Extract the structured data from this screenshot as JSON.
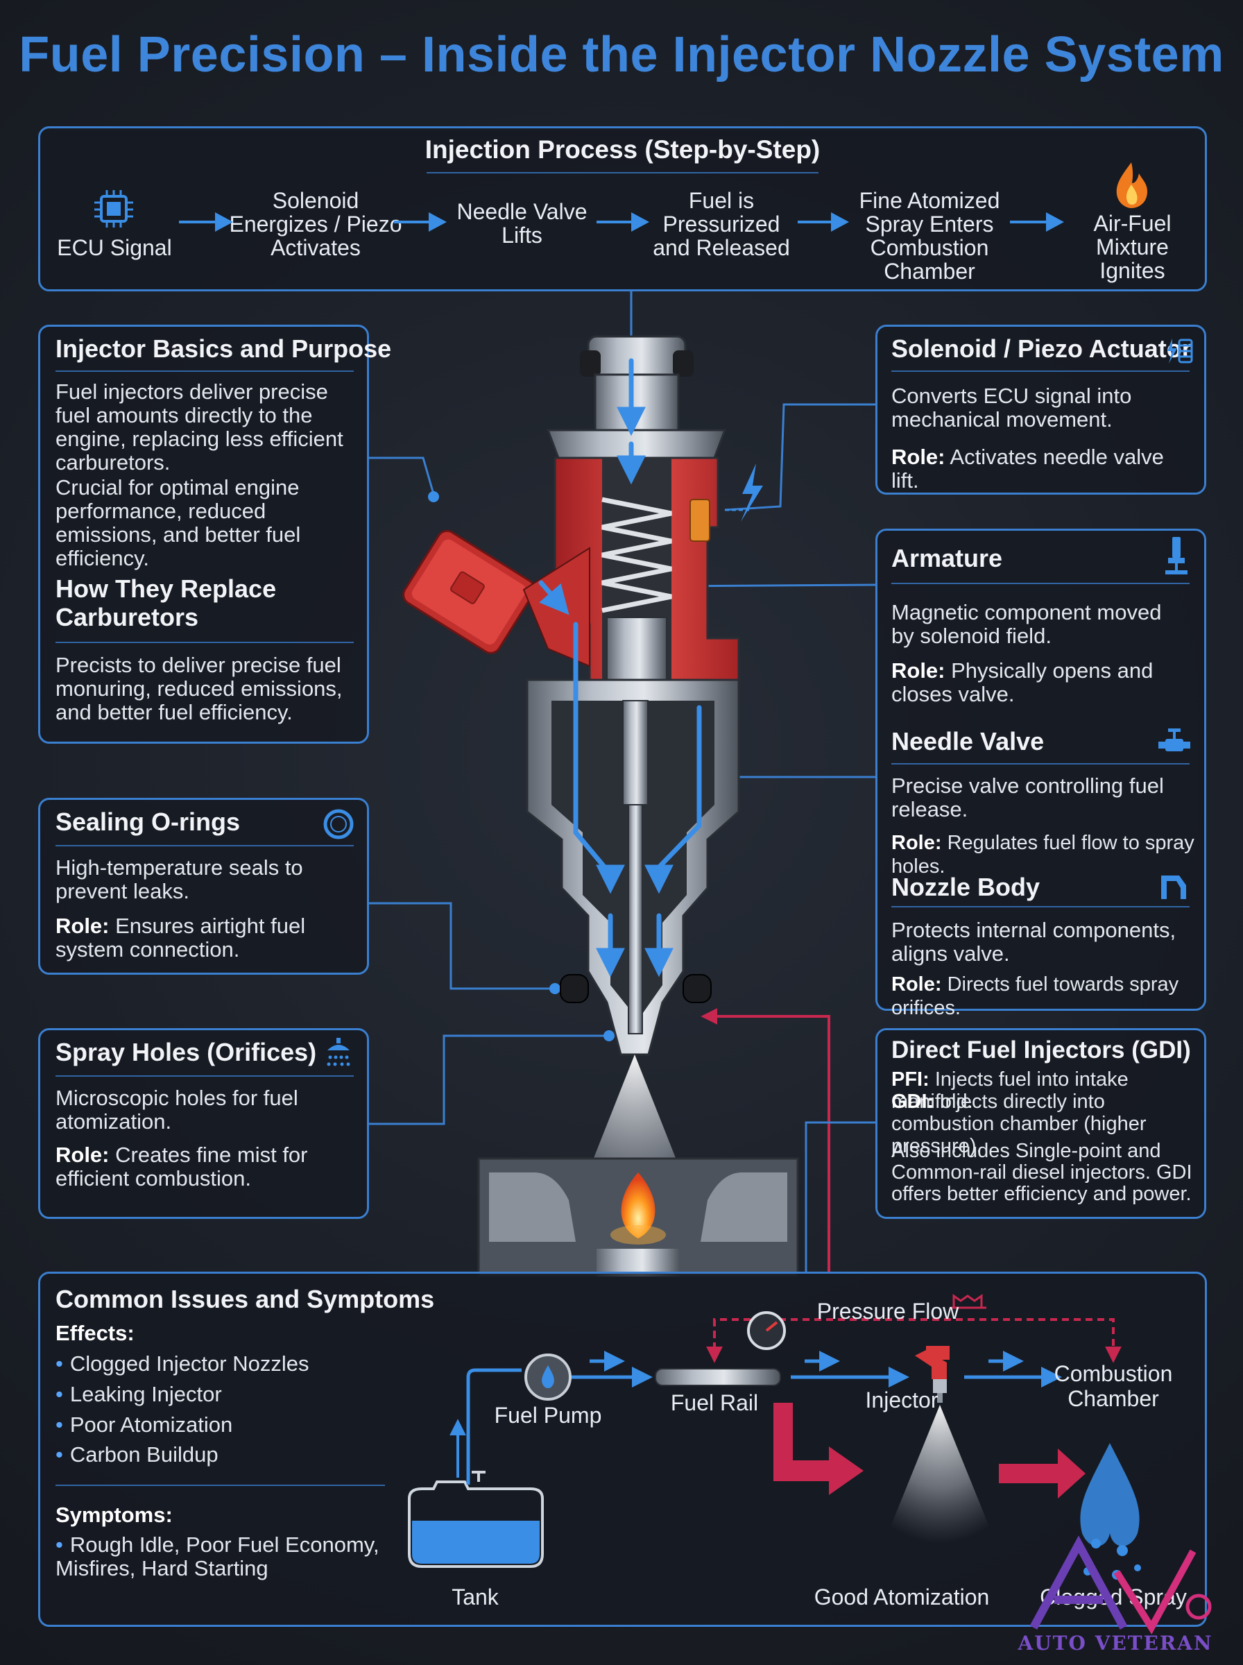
{
  "title": "Fuel Precision – Inside the Injector Nozzle System",
  "process": {
    "heading": "Injection Process (Step-by-Step)",
    "steps": [
      {
        "label": "ECU Signal",
        "icon": "chip-icon"
      },
      {
        "label": "Solenoid Energizes / Piezo Activates"
      },
      {
        "label": "Needle Valve Lifts"
      },
      {
        "label": "Fuel is Pressurized and Released"
      },
      {
        "label": "Fine Atomized Spray Enters Combustion Chamber"
      },
      {
        "label": "Air-Fuel Mixture Ignites",
        "icon": "flame-icon"
      }
    ]
  },
  "basics": {
    "heading": "Injector Basics and Purpose",
    "text1": "Fuel injectors deliver precise fuel amounts directly to the engine, replacing less efficient carburetors.",
    "text2": "Crucial for optimal engine performance, reduced emissions, and better fuel efficiency.",
    "subheading": "How They Replace Carburetors",
    "text3": "Precists to deliver precise fuel monuring, reduced emissions, and better fuel efficiency."
  },
  "orings": {
    "heading": "Sealing O-rings",
    "desc": "High-temperature seals to prevent leaks.",
    "role_label": "Role:",
    "role": "Ensures airtight fuel system connection."
  },
  "spray_holes": {
    "heading": "Spray Holes (Orifices)",
    "desc": "Microscopic holes for fuel atomization.",
    "role_label": "Role:",
    "role": "Creates fine mist for efficient combustion."
  },
  "solenoid": {
    "heading": "Solenoid / Piezo Actuator",
    "desc": "Converts ECU signal into mechanical movement.",
    "role_label": "Role:",
    "role": "Activates needle valve lift."
  },
  "armature": {
    "heading": "Armature",
    "desc": "Magnetic component moved by solenoid field.",
    "role_label": "Role:",
    "role": "Physically opens and closes valve."
  },
  "needle": {
    "heading": "Needle Valve",
    "desc": "Precise valve controlling fuel release.",
    "role_label": "Role:",
    "role": "Regulates fuel flow to spray holes."
  },
  "nozzle": {
    "heading": "Nozzle Body",
    "desc": "Protects internal components, aligns valve.",
    "role_label": "Role:",
    "role": "Directs fuel towards spray orifices."
  },
  "gdi": {
    "heading": "Direct Fuel Injectors (GDI)",
    "pfi_label": "PFI:",
    "pfi": "Injects fuel into intake manifold.",
    "gdi_label": "GDI:",
    "gdi": "Injects directly into combustion chamber (higher pressure).",
    "extra": "Also includes Single-point and Common-rail diesel injectors. GDI offers better efficiency and power."
  },
  "issues": {
    "heading": "Common Issues and Symptoms",
    "effects_label": "Effects:",
    "effects": [
      "Clogged Injector Nozzles",
      "Leaking Injector",
      "Poor Atomization",
      "Carbon Buildup"
    ],
    "symptoms_label": "Symptoms:",
    "symptoms": "Rough Idle, Poor Fuel Economy, Misfires, Hard Starting"
  },
  "flow": {
    "pressure_flow": "Pressure Flow",
    "fuel_pump": "Fuel Pump",
    "fuel_rail": "Fuel Rail",
    "injector": "Injector",
    "combustion_chamber": "Combustion Chamber",
    "tank": "Tank",
    "good": "Good Atomization",
    "clogged": "Clogged Spray"
  },
  "logo": "AUTO VETERAN",
  "colors": {
    "accent": "#3e86db",
    "panel_border": "#3a7fd0",
    "fuel_blue": "#3a8ee6",
    "warning_red": "#c8284f",
    "injector_red": "#d8383a"
  }
}
